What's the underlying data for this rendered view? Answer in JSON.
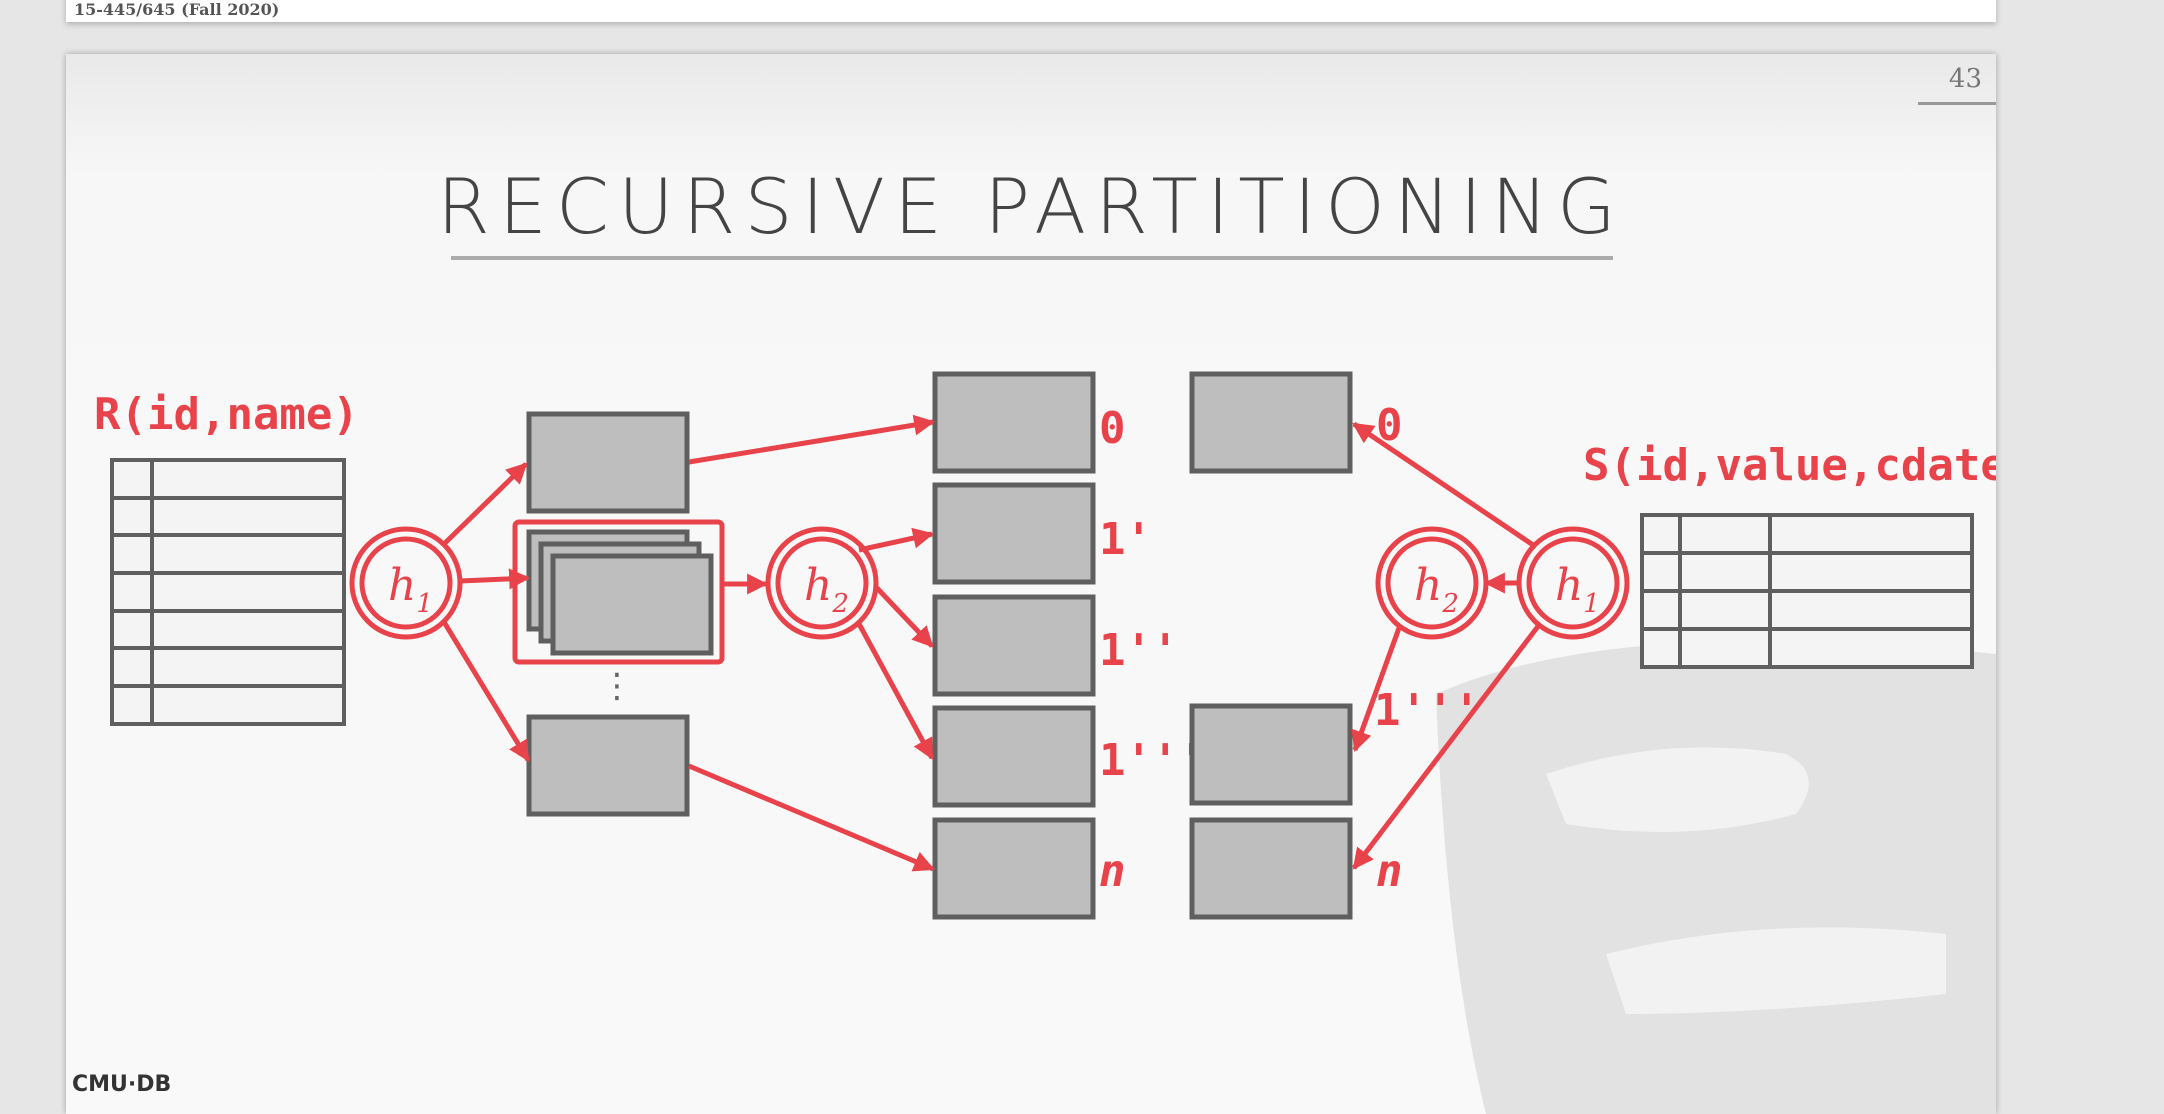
{
  "header": {
    "course": "15-445/645 (Fall 2020)"
  },
  "slide": {
    "number": "43",
    "title": "RECURSIVE PARTITIONING",
    "logo": "CMU·DB"
  },
  "diagram": {
    "relation_r": "R(id,name)",
    "relation_s": "S(id,value,cdate)",
    "hash_h1": "h",
    "hash_h1_sub": "1",
    "hash_h2": "h",
    "hash_h2_sub": "2",
    "ellipsis": "⋮",
    "partition_labels": [
      "0",
      "1'",
      "1''",
      "1'''",
      "n"
    ],
    "colors": {
      "accent": "#e8434a",
      "box_fill": "#bebebe",
      "box_stroke": "#5f5f5f"
    }
  }
}
